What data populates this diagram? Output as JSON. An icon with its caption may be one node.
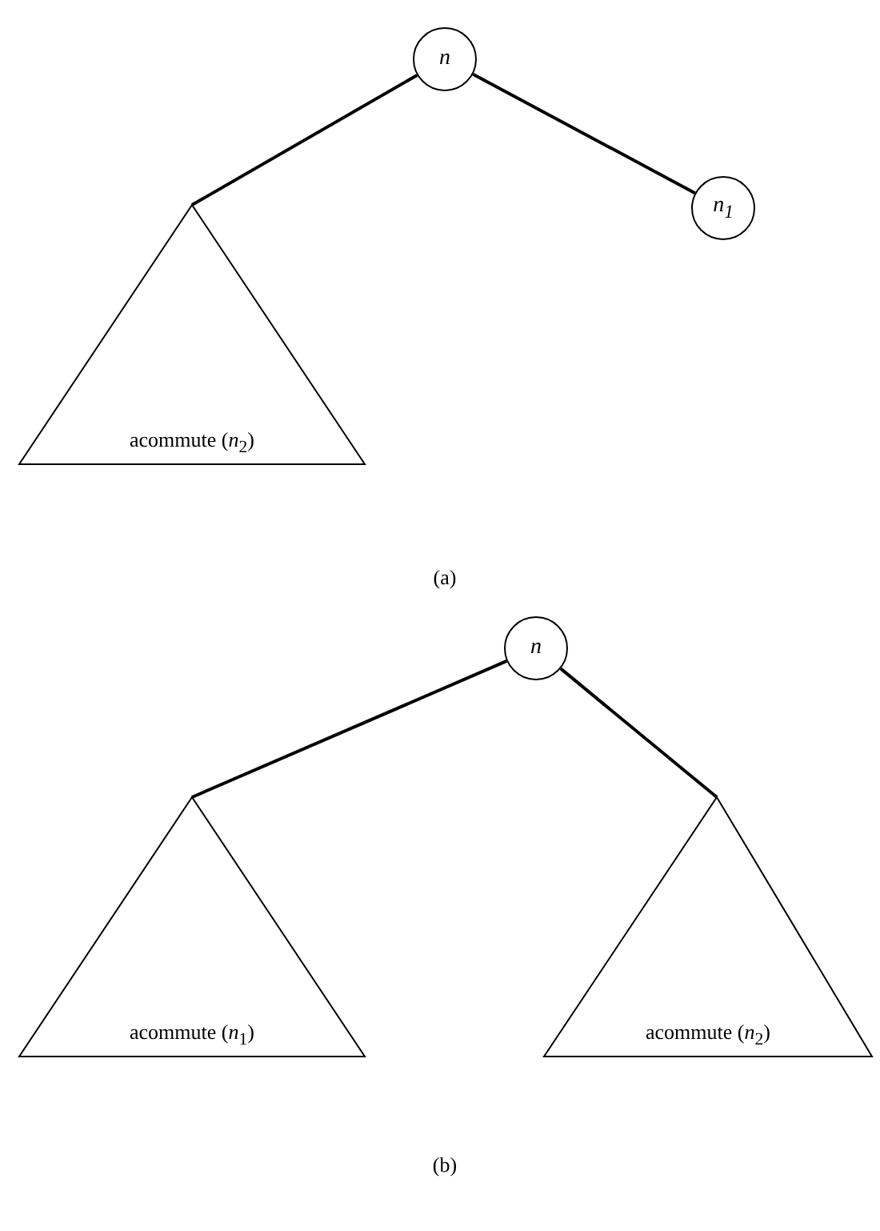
{
  "diagram": {
    "nodes": [
      {
        "text": [
          "n"
        ]
      },
      {
        "text": [
          "acommute (*n*$_{2}$)"
        ]
      },
      {
        "text": [
          "*n*$_{1}$"
        ]
      },
      {
        "text": [
          "n"
        ]
      },
      {
        "text": [
          "acommute (*n*$_{1}$)"
        ]
      },
      {
        "text": [
          "acommute (*n*$_{2}$)"
        ]
      }
    ],
    "edges": [
      {
        "from": 0,
        "to": 1,
        "arrow": "none"
      },
      {
        "from": 0,
        "to": 2,
        "arrow": "none"
      },
      {
        "from": 3,
        "to": 4,
        "arrow": "none"
      },
      {
        "from": 3,
        "to": 5,
        "arrow": "none"
      }
    ],
    "labels": [
      "(a)",
      "(b)"
    ]
  }
}
